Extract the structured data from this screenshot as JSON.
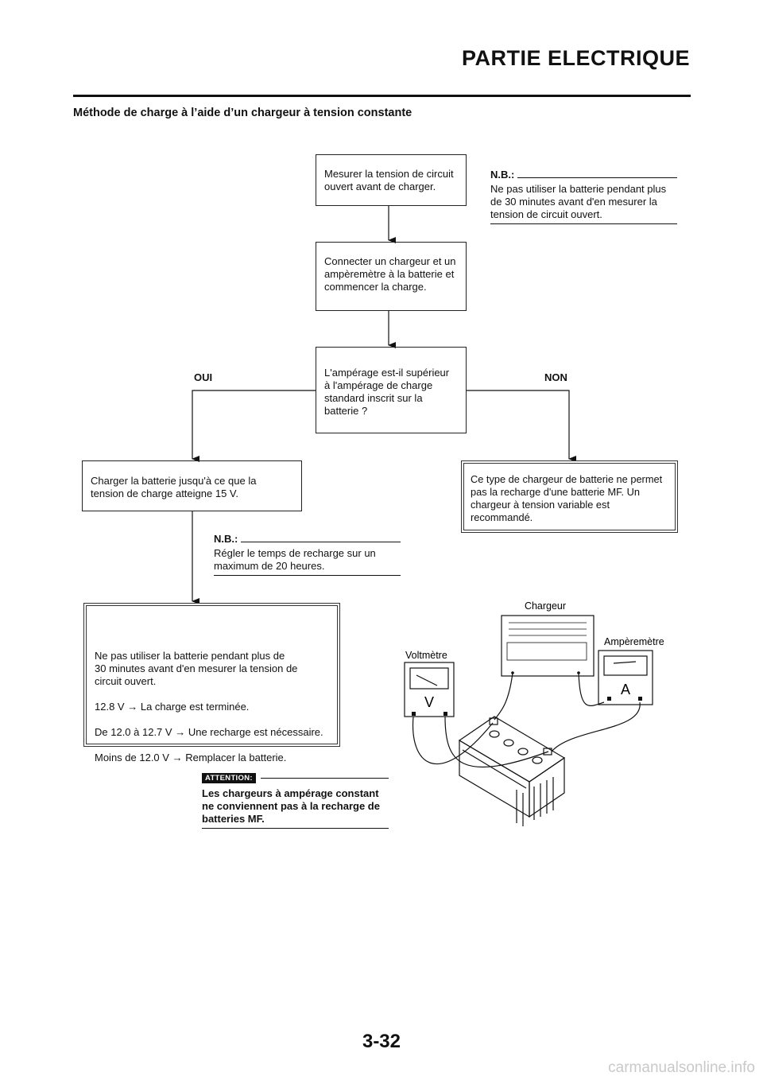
{
  "header": {
    "title": "PARTIE ELECTRIQUE"
  },
  "section_title": "Méthode de charge à l’aide d’un chargeur à tension constante",
  "flow": {
    "step1": "Mesurer la tension de circuit\nouvert avant de charger.",
    "step2": "Connecter un chargeur et un\nampèremètre à la batterie et\ncommencer la charge.",
    "question": "L'ampérage est-il supérieur\nà l'ampérage de charge\nstandard inscrit sur la\nbatterie ?",
    "yes_label": "OUI",
    "no_label": "NON",
    "yes_step": "Charger la batterie jusqu'à ce que la\ntension de charge atteigne 15 V.",
    "no_step": "Ce type de chargeur de batterie ne permet\npas la recharge d'une batterie MF. Un\nchargeur à tension variable est\nrecommandé.",
    "final_intro": "Ne pas utiliser la batterie pendant plus de\n30 minutes avant d'en mesurer la tension de\ncircuit ouvert.",
    "final_rows": [
      {
        "cond": "12.8 V",
        "result": "La charge est terminée."
      },
      {
        "cond": "De 12.0 à 12.7 V",
        "result": "Une recharge est nécessaire."
      },
      {
        "cond": "Moins de 12.0 V",
        "result": "Remplacer la batterie."
      }
    ]
  },
  "notes": {
    "nb1": {
      "label": "N.B.:",
      "text": "Ne pas utiliser la batterie pendant plus\nde 30 minutes avant d'en mesurer la\ntension de circuit ouvert."
    },
    "nb2": {
      "label": "N.B.:",
      "text": "Régler le temps de recharge sur un\nmaximum de 20 heures."
    }
  },
  "attention": {
    "badge": "ATTENTION:",
    "text": "Les chargeurs à ampérage constant\nne conviennent pas à la recharge de\nbatteries MF."
  },
  "illustration": {
    "charger": "Chargeur",
    "voltmeter": "Voltmètre",
    "ammeter": "Ampèremètre",
    "volt_symbol": "V",
    "amp_symbol": "A"
  },
  "footer": {
    "page_number": "3-32",
    "watermark": "carmanualsonline.info"
  }
}
